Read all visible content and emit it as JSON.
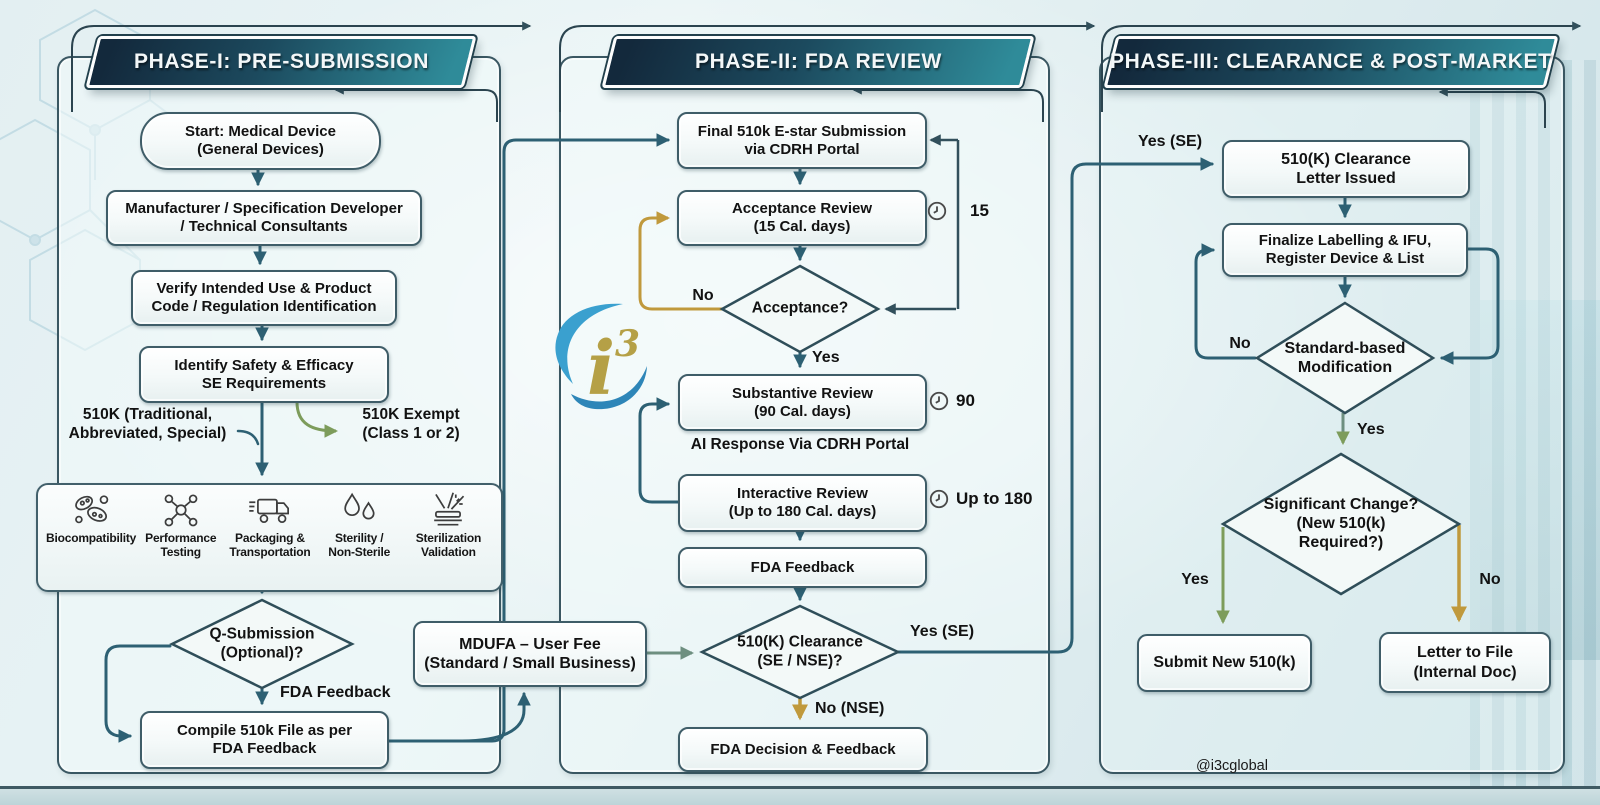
{
  "page": {
    "watermark": "@i3cglobal"
  },
  "logo": {
    "letter": "i",
    "sup": "3"
  },
  "phase1": {
    "title": "PHASE-I: PRE-SUBMISSION",
    "start": "Start: Medical Device\n(General Devices)",
    "manufacturer": "Manufacturer / Specification Developer\n/ Technical Consultants",
    "verify": "Verify Intended Use & Product\nCode / Regulation Identification",
    "identify": "Identify Safety & Efficacy\nSE Requirements",
    "branch_left": "510K (Traditional,\nAbbreviated, Special)",
    "branch_right": "510K Exempt\n(Class 1 or 2)",
    "icons": [
      {
        "name": "biocompatibility-icon",
        "label": "Biocompatibility"
      },
      {
        "name": "performance-testing-icon",
        "label": "Performance\nTesting"
      },
      {
        "name": "packaging-transportation-icon",
        "label": "Packaging &\nTransportation"
      },
      {
        "name": "sterility-icon",
        "label": "Sterility /\nNon-Sterile"
      },
      {
        "name": "sterilization-validation-icon",
        "label": "Sterilization\nValidation"
      }
    ],
    "q_submission": "Q-Submission\n(Optional)?",
    "fda_feedback_label": "FDA Feedback",
    "compile": "Compile 510k File as per\nFDA Feedback"
  },
  "mdufa": "MDUFA – User Fee\n(Standard / Small Business)",
  "phase2": {
    "title": "PHASE-II: FDA REVIEW",
    "final_submission": "Final 510k E-star Submission\nvia CDRH Portal",
    "acceptance_review": "Acceptance Review\n(15 Cal. days)",
    "acceptance_days": "15",
    "acceptance_q": "Acceptance?",
    "no": "No",
    "yes": "Yes",
    "substantive": "Substantive Review\n(90 Cal. days)",
    "substantive_days": "90",
    "ai_response": "AI Response Via CDRH Portal",
    "interactive": "Interactive Review\n(Up to 180 Cal. days)",
    "interactive_days": "Up to 180",
    "fda_feedback": "FDA Feedback",
    "clearance_q": "510(K) Clearance\n(SE / NSE)?",
    "yes_se": "Yes (SE)",
    "no_nse": "No (NSE)",
    "decision": "FDA Decision & Feedback"
  },
  "phase3": {
    "title": "PHASE-III: CLEARANCE & POST-MARKET",
    "yes_se": "Yes (SE)",
    "letter_issued": "510(K) Clearance\nLetter Issued",
    "finalize": "Finalize Labelling & IFU,\nRegister Device & List",
    "standard_mod": "Standard-based\nModification",
    "no": "No",
    "yes": "Yes",
    "significant": "Significant Change?\n(New 510(k)\nRequired?)",
    "submit_new": "Submit New 510(k)",
    "letter_file": "Letter to File\n(Internal Doc)"
  },
  "colors": {
    "arrow_teal": "#2d6073",
    "arrow_slate": "#32505c",
    "arrow_gold": "#c0993c",
    "arrow_green": "#7d9c5b",
    "arrow_sage": "#6e8f80",
    "banner_dark": "#13293c",
    "banner_teal": "#2f8b99"
  }
}
